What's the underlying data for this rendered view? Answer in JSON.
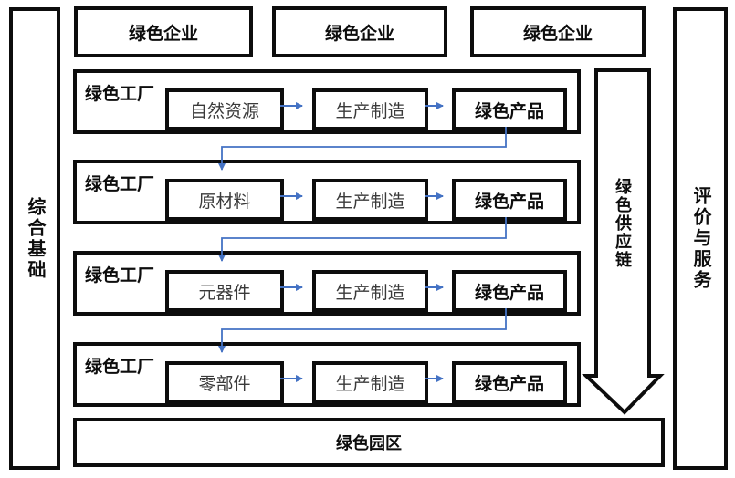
{
  "sidebars": {
    "left": "综合基础",
    "right": "评价与服务"
  },
  "enterprise_row": [
    "绿色企业",
    "绿色企业",
    "绿色企业"
  ],
  "factory_rows": [
    {
      "label": "绿色工厂",
      "source": "自然资源",
      "process": "生产制造",
      "product": "绿色产品"
    },
    {
      "label": "绿色工厂",
      "source": "原材料",
      "process": "生产制造",
      "product": "绿色产品"
    },
    {
      "label": "绿色工厂",
      "source": "元器件",
      "process": "生产制造",
      "product": "绿色产品"
    },
    {
      "label": "绿色工厂",
      "source": "零部件",
      "process": "生产制造",
      "product": "绿色产品"
    }
  ],
  "supply_chain": {
    "label": "绿色供应链"
  },
  "park": {
    "label": "绿色园区"
  },
  "colors": {
    "border": "#0d0d0d",
    "connector": "#4472C4",
    "muted_text": "#3a3a3a"
  }
}
